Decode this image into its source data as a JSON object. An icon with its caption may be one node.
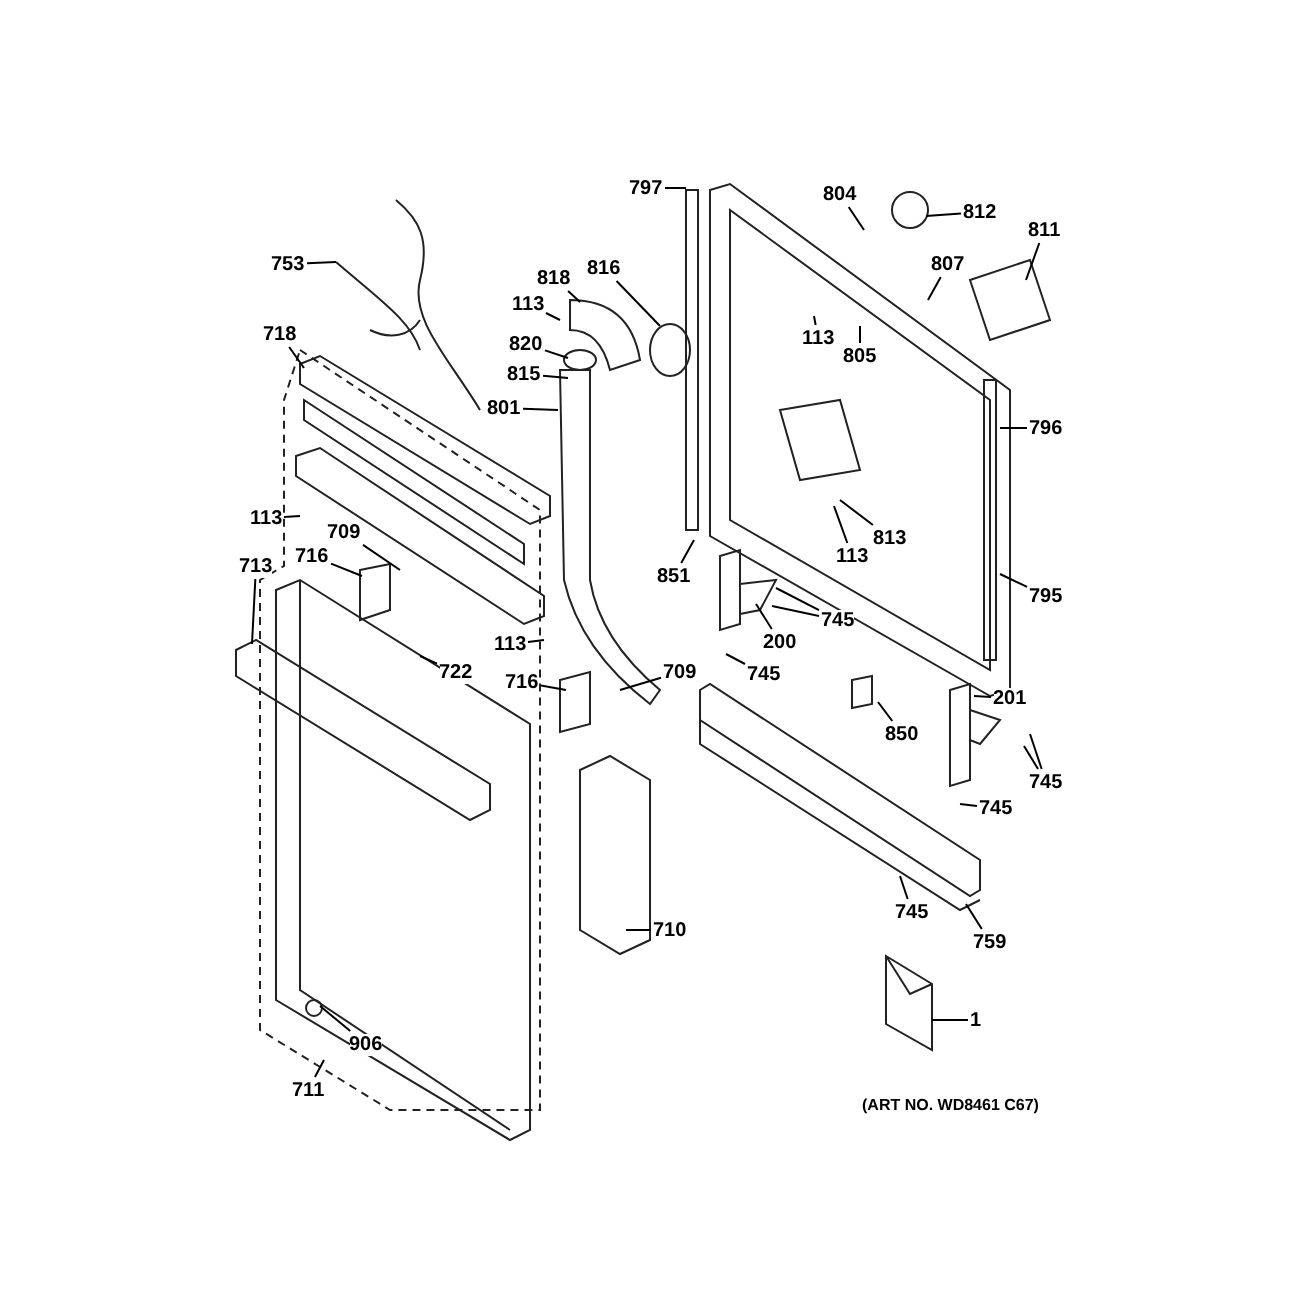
{
  "diagram": {
    "nodes": [
      {
        "text": [
          "753"
        ]
      },
      {
        "text": [
          "718"
        ]
      },
      {
        "text": [
          "113"
        ]
      },
      {
        "text": [
          "716"
        ]
      },
      {
        "text": [
          "709"
        ]
      },
      {
        "text": [
          "713"
        ]
      },
      {
        "text": [
          "113"
        ]
      },
      {
        "text": [
          "722"
        ]
      },
      {
        "text": [
          "716"
        ]
      },
      {
        "text": [
          "709"
        ]
      },
      {
        "text": [
          "710"
        ]
      },
      {
        "text": [
          "906"
        ]
      },
      {
        "text": [
          "711"
        ]
      },
      {
        "text": [
          "818"
        ]
      },
      {
        "text": [
          "816"
        ]
      },
      {
        "text": [
          "113"
        ]
      },
      {
        "text": [
          "820"
        ]
      },
      {
        "text": [
          "815"
        ]
      },
      {
        "text": [
          "801"
        ]
      },
      {
        "text": [
          "797"
        ]
      },
      {
        "text": [
          "804"
        ]
      },
      {
        "text": [
          "812"
        ]
      },
      {
        "text": [
          "807"
        ]
      },
      {
        "text": [
          "811"
        ]
      },
      {
        "text": [
          "113"
        ]
      },
      {
        "text": [
          "805"
        ]
      },
      {
        "text": [
          "796"
        ]
      },
      {
        "text": [
          "813"
        ]
      },
      {
        "text": [
          "113"
        ]
      },
      {
        "text": [
          "851"
        ]
      },
      {
        "text": [
          "795"
        ]
      },
      {
        "text": [
          "745"
        ]
      },
      {
        "text": [
          "200"
        ]
      },
      {
        "text": [
          "745"
        ]
      },
      {
        "text": [
          "850"
        ]
      },
      {
        "text": [
          "201"
        ]
      },
      {
        "text": [
          "745"
        ]
      },
      {
        "text": [
          "745"
        ]
      },
      {
        "text": [
          "745"
        ]
      },
      {
        "text": [
          "759"
        ]
      },
      {
        "text": [
          "1"
        ]
      }
    ],
    "edges": [
      {
        "from": 0,
        "to": null,
        "arrow": "none"
      },
      {
        "from": 1,
        "to": null,
        "arrow": "none"
      },
      {
        "from": 2,
        "to": null,
        "arrow": "none"
      },
      {
        "from": 3,
        "to": null,
        "arrow": "none"
      },
      {
        "from": 4,
        "to": null,
        "arrow": "none"
      },
      {
        "from": 5,
        "to": null,
        "arrow": "none"
      },
      {
        "from": 6,
        "to": null,
        "arrow": "none"
      },
      {
        "from": 7,
        "to": null,
        "arrow": "none"
      },
      {
        "from": 8,
        "to": null,
        "arrow": "none"
      },
      {
        "from": 9,
        "to": null,
        "arrow": "none"
      },
      {
        "from": 10,
        "to": null,
        "arrow": "none"
      },
      {
        "from": 11,
        "to": null,
        "arrow": "none"
      },
      {
        "from": 12,
        "to": null,
        "arrow": "none"
      },
      {
        "from": 13,
        "to": null,
        "arrow": "none"
      },
      {
        "from": 14,
        "to": null,
        "arrow": "none"
      },
      {
        "from": 15,
        "to": null,
        "arrow": "none"
      },
      {
        "from": 16,
        "to": null,
        "arrow": "none"
      },
      {
        "from": 17,
        "to": null,
        "arrow": "none"
      },
      {
        "from": 18,
        "to": null,
        "arrow": "none"
      },
      {
        "from": 19,
        "to": null,
        "arrow": "none"
      },
      {
        "from": 20,
        "to": null,
        "arrow": "none"
      },
      {
        "from": 21,
        "to": null,
        "arrow": "none"
      },
      {
        "from": 22,
        "to": null,
        "arrow": "none"
      },
      {
        "from": 23,
        "to": null,
        "arrow": "none"
      },
      {
        "from": 24,
        "to": null,
        "arrow": "none"
      },
      {
        "from": 25,
        "to": null,
        "arrow": "none"
      },
      {
        "from": 26,
        "to": null,
        "arrow": "none"
      },
      {
        "from": 27,
        "to": null,
        "arrow": "none"
      },
      {
        "from": 28,
        "to": null,
        "arrow": "none"
      },
      {
        "from": 29,
        "to": null,
        "arrow": "none"
      },
      {
        "from": 30,
        "to": null,
        "arrow": "none"
      },
      {
        "from": 31,
        "to": null,
        "arrow": "none"
      },
      {
        "from": 31,
        "to": null,
        "arrow": "none"
      },
      {
        "from": 32,
        "to": null,
        "arrow": "none"
      },
      {
        "from": 33,
        "to": null,
        "arrow": "none"
      },
      {
        "from": 34,
        "to": null,
        "arrow": "none"
      },
      {
        "from": 35,
        "to": null,
        "arrow": "none"
      },
      {
        "from": 36,
        "to": null,
        "arrow": "none"
      },
      {
        "from": 36,
        "to": null,
        "arrow": "none"
      },
      {
        "from": 37,
        "to": null,
        "arrow": "none"
      },
      {
        "from": 38,
        "to": null,
        "arrow": "none"
      },
      {
        "from": 39,
        "to": null,
        "arrow": "none"
      },
      {
        "from": 40,
        "to": null,
        "arrow": "none"
      }
    ],
    "labels": [
      "(ART NO. WD8461 C67)"
    ]
  }
}
